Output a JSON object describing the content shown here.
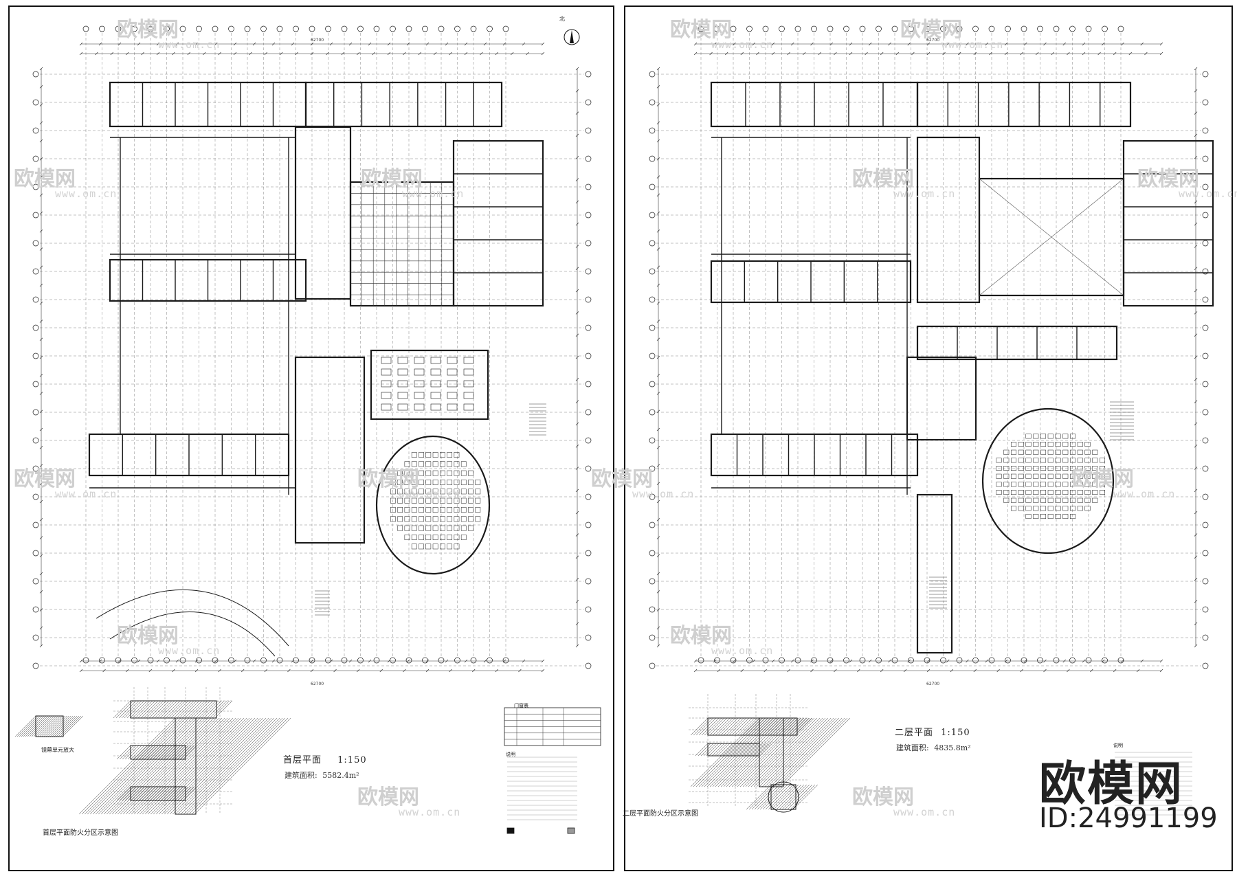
{
  "sheets": [
    {
      "plan_title": "首层平面",
      "plan_scale": "1:150",
      "area_label": "建筑面积:",
      "area_value": "5582.4m²",
      "fire_zone_title": "首层平面防火分区示意图",
      "detail_label": "镜幕单元放大",
      "total_dim": "62700",
      "north_label": "北",
      "table_title": "门窗表",
      "notes_title": "说明"
    },
    {
      "plan_title": "二层平面",
      "plan_scale": "1:150",
      "area_label": "建筑面积:",
      "area_value": "4835.8m²",
      "fire_zone_title": "二层平面防火分区示意图",
      "total_dim": "62700",
      "notes_title": "说明"
    }
  ],
  "watermark": {
    "brand": "欧模网",
    "id": "ID:24991199",
    "faint_brand": "欧模网",
    "faint_url": "www.om.cn"
  },
  "colors": {
    "line": "#1a1a1a",
    "grid": "#555555",
    "watermark": "#cfcfcf"
  }
}
